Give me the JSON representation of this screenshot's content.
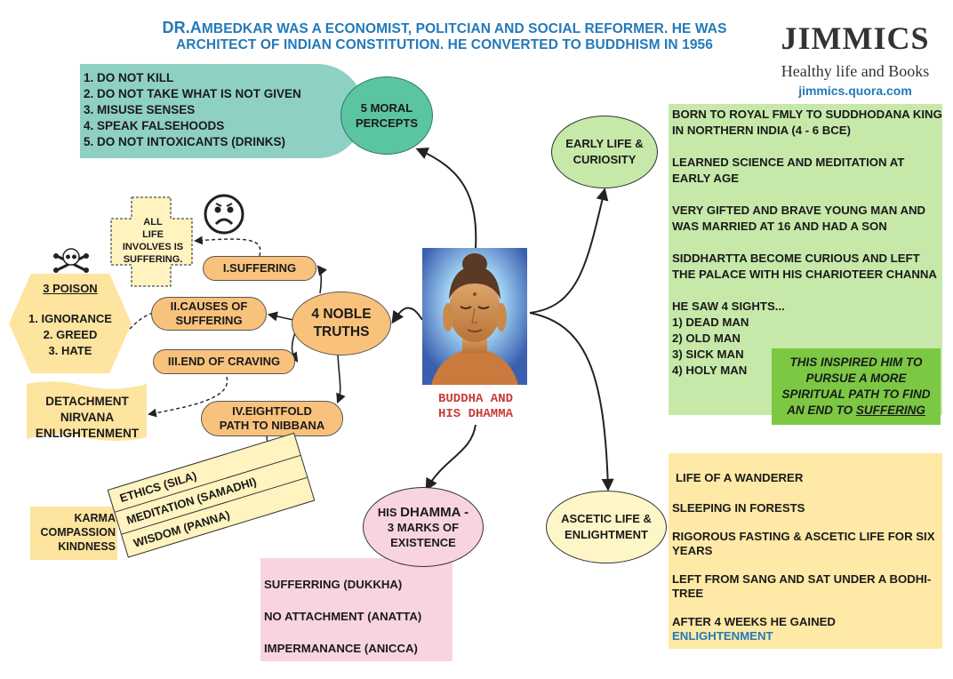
{
  "header": {
    "line1_big": "DR.A",
    "line1_rest": "MBEDKAR WAS A ECONOMIST, POLITCIAN AND SOCIAL REFORMER. HE WAS",
    "line2": "ARCHITECT OF INDIAN CONSTITUTION. HE CONVERTED TO BUDDHISM IN 1956"
  },
  "brand": {
    "name": "JIMMICS",
    "tagline": "Healthy life and Books",
    "site": "jimmics.quora.com"
  },
  "moral": {
    "title_line1": "5 MORAL",
    "title_line2": "PERCEPTS",
    "items": [
      "1. DO NOT KILL",
      "2. DO NOT TAKE WHAT IS NOT GIVEN",
      "3. MISUSE SENSES",
      "4. SPEAK FALSEHOODS",
      "5. DO NOT INTOXICANTS (DRINKS)"
    ]
  },
  "center": {
    "caption_line1": "BUDDHA AND",
    "caption_line2": "HIS DHAMMA"
  },
  "early": {
    "title_line1": "EARLY LIFE &",
    "title_line2": "CURIOSITY",
    "p1": "BORN TO ROYAL FMLY TO SUDDHODANA KING IN NORTHERN INDIA (4 - 6 BCE)",
    "p2": "LEARNED SCIENCE AND MEDITATION AT EARLY AGE",
    "p3": "VERY GIFTED AND BRAVE YOUNG MAN AND WAS MARRIED AT 16 AND HAD A SON",
    "p4": "SIDDHARTTA BECOME CURIOUS AND LEFT THE PALACE WITH HIS CHARIOTEER CHANNA",
    "sights_title": "HE SAW 4 SIGHTS...",
    "sights": [
      "1) DEAD MAN",
      "2) OLD MAN",
      "3) SICK MAN",
      "4) HOLY MAN"
    ],
    "inspire_prefix": "THIS INSPIRED HIM TO PURSUE A MORE SPIRITUAL PATH TO FIND AN END TO ",
    "inspire_word": "SUFFERING"
  },
  "ascetic": {
    "title_line1": "ASCETIC LIFE &",
    "title_line2": "ENLIGHTMENT",
    "items": [
      "LIFE OF A WANDERER",
      "SLEEPING IN FORESTS",
      "RIGOROUS FASTING & ASCETIC LIFE FOR SIX YEARS",
      "LEFT FROM SANG AND SAT UNDER A BODHI-TREE",
      "AFTER 4 WEEKS HE GAINED"
    ],
    "final_word": "ENLIGHTENMENT"
  },
  "dhamma": {
    "prefix": "HIS ",
    "big": "DHAMMA -",
    "line2": "3 MARKS OF",
    "line3": "EXISTENCE",
    "marks": [
      "SUFFERRING (DUKKHA)",
      "NO ATTACHMENT (ANATTA)",
      "IMPERMANANCE (ANICCA)"
    ]
  },
  "truths": {
    "title_line1": "4 NOBLE",
    "title_line2": "TRUTHS",
    "t1": "I.SUFFERING",
    "t2_line1": "II.CAUSES OF",
    "t2_line2": "SUFFERING",
    "t3": "III.END OF CRAVING",
    "t4_line1": "IV.EIGHTFOLD",
    "t4_line2": "PATH TO NIBBANA"
  },
  "cross": {
    "lines": [
      "ALL",
      "LIFE",
      "INVOLVES IS",
      "SUFFERING."
    ]
  },
  "poison": {
    "title": "3 POISON",
    "items": [
      "1. IGNORANCE",
      "2. GREED",
      "3. HATE"
    ]
  },
  "end": {
    "lines": [
      "DETACHMENT",
      "NIRVANA",
      "ENLIGHTENMENT"
    ]
  },
  "path": {
    "rows": [
      "ETHICS (SILA)",
      "MEDITATION (SAMADHI)",
      "WISDOM (PANNA)"
    ],
    "karma": [
      "KARMA",
      "COMPASSION",
      "KINDNESS"
    ]
  }
}
